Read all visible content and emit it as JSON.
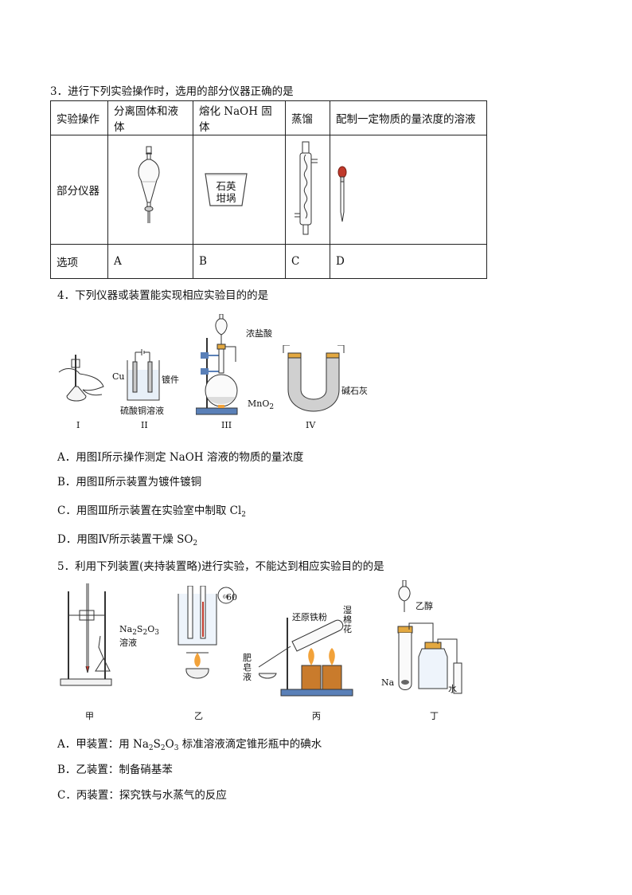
{
  "q3": {
    "title": "3．进行下列实验操作时，选用的部分仪器正确的是",
    "header": [
      "实验操作",
      "分离固体和液体",
      "熔化 NaOH 固体",
      "蒸馏",
      "配制一定物质的量浓度的溶液"
    ],
    "row2_label": "部分仪器",
    "crucible_text": [
      "石英",
      "坩埚"
    ],
    "row3_label": "选项",
    "options": [
      "A",
      "B",
      "C",
      "D"
    ]
  },
  "q4": {
    "title": "4．下列仪器或装置能实现相应实验目的的是",
    "fig_labels": {
      "conc_hcl": "浓盐酸",
      "cu": "Cu",
      "plated": "镀件",
      "cuso4": "硫酸铜溶液",
      "mno2": "MnO",
      "mno2_sub": "2",
      "sodalime": "碱石灰"
    },
    "numerals": [
      "I",
      "II",
      "III",
      "IV"
    ],
    "options": [
      {
        "text": "A．用图Ⅰ所示操作测定 NaOH 溶液的物质的量浓度",
        "sub": ""
      },
      {
        "text": "B．用图Ⅱ所示装置为镀件镀铜",
        "sub": ""
      },
      {
        "text": "C．用图Ⅲ所示装置在实验室中制取 Cl",
        "sub": "2"
      },
      {
        "text": "D．用图Ⅳ所示装置干燥 SO",
        "sub": "2"
      }
    ]
  },
  "q5": {
    "title": "5．利用下列装置(夹持装置略)进行实验，不能达到相应实验目的的是",
    "fig_labels": {
      "na2s2o3_1": "Na",
      "na2s2o3_2": "S",
      "na2s2o3_3": "O",
      "solution": "溶液",
      "thermo": "60",
      "reduced_fe": "还原铁粉",
      "wet_cotton": [
        "湿",
        "棉",
        "花"
      ],
      "soap": [
        "肥",
        "皂",
        "液"
      ],
      "ethanol": "乙醇",
      "na": "Na",
      "water": "水"
    },
    "names": [
      "甲",
      "乙",
      "丙",
      "丁"
    ],
    "options": [
      {
        "pre": "A．甲装置：用 ",
        "post": " 标准溶液滴定锥形瓶中的碘水"
      },
      {
        "text": "B．乙装置：制备硝基苯"
      },
      {
        "text": "C．丙装置：探究铁与水蒸气的反应"
      }
    ]
  },
  "colors": {
    "flame": "#f2a23a",
    "stopper": "#e3a840",
    "bulb": "#c0392b",
    "crucible": "#bfbfbf",
    "base": "#5a80b8"
  }
}
